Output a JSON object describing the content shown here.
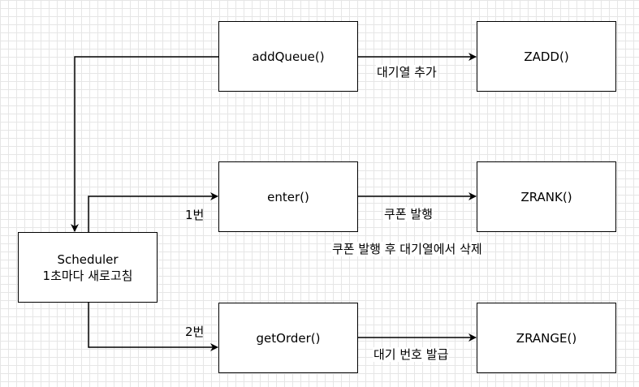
{
  "nodes": {
    "addqueue": "addQueue()",
    "enter": "enter()",
    "getorder": "getOrder()",
    "zadd": "ZADD()",
    "zrank": "ZRANK()",
    "zrange": "ZRANGE()",
    "scheduler": {
      "line1": "Scheduler",
      "line2": "1초마다 새로고침"
    }
  },
  "edges": {
    "addqueue_zadd": "대기열 추가",
    "enter_zrank": "쿠폰 발행",
    "enter_note": "쿠폰 발행 후 대기열에서 삭제",
    "getorder_zrange": "대기 번호 발급",
    "scheduler_enter": "1번",
    "scheduler_getorder": "2번"
  },
  "colors": {
    "stroke": "#000000",
    "grid": "#e6e6e6",
    "background": "#ffffff"
  }
}
